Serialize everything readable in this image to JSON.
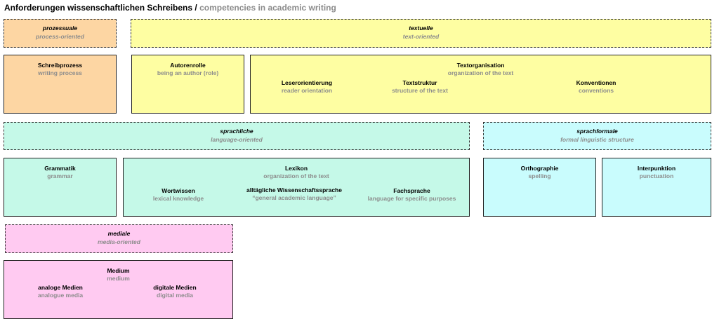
{
  "title": {
    "main": "Anforderungen wissenschaftlichen Schreibens /",
    "sub": "competencies in academic writing"
  },
  "categories": {
    "prozessuale": {
      "de": "prozessuale",
      "en": "process-oriented"
    },
    "textuelle": {
      "de": "textuelle",
      "en": "text-oriented"
    },
    "sprachliche": {
      "de": "sprachliche",
      "en": "language-oriented"
    },
    "sprachformale": {
      "de": "sprachformale",
      "en": "formal linguistic structure"
    },
    "mediale": {
      "de": "mediale",
      "en": "media-oriented"
    }
  },
  "boxes": {
    "schreibprozess": {
      "de": "Schreibprozess",
      "en": "writing process"
    },
    "autorenrolle": {
      "de": "Autorenrolle",
      "en": "being an author (role)"
    },
    "textorganisation": {
      "de": "Textorganisation",
      "en": "organization of the text",
      "items": [
        {
          "de": "Leserorientierung",
          "en": "reader orientation"
        },
        {
          "de": "Textstruktur",
          "en": "structure of the text"
        },
        {
          "de": "Konventionen",
          "en": "conventions"
        }
      ]
    },
    "grammatik": {
      "de": "Grammatik",
      "en": "grammar"
    },
    "lexikon": {
      "de": "Lexikon",
      "en": "organization of the text",
      "items": [
        {
          "de": "Wortwissen",
          "en": "lexical knowledge"
        },
        {
          "de": "alltägliche Wissenschaftssprache",
          "en": "“general academic language”"
        },
        {
          "de": "Fachsprache",
          "en": "language for specific purposes"
        }
      ]
    },
    "orthographie": {
      "de": "Orthographie",
      "en": "spelling"
    },
    "interpunktion": {
      "de": "Interpunktion",
      "en": "punctuation"
    },
    "medium": {
      "de": "Medium",
      "en": "medium",
      "items": [
        {
          "de": "analoge Medien",
          "en": "analogue media"
        },
        {
          "de": "digitale Medien",
          "en": "digital media"
        }
      ]
    }
  }
}
